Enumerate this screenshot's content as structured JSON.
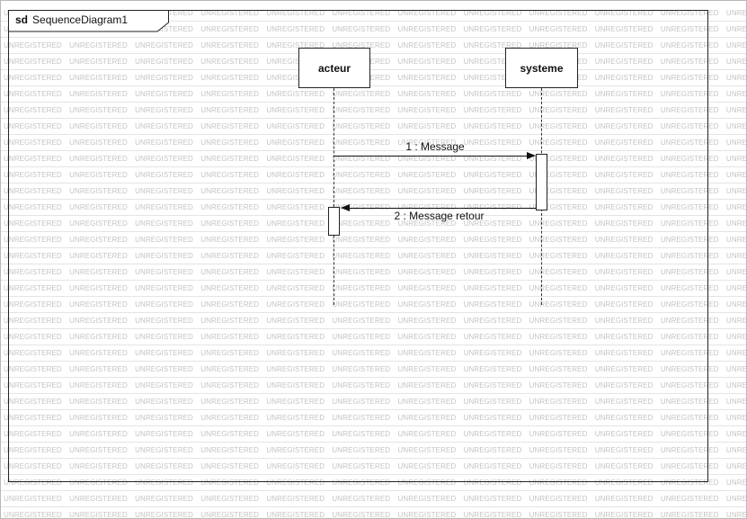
{
  "watermark": {
    "text": "UNREGISTERED"
  },
  "frame": {
    "keyword": "sd",
    "title": "SequenceDiagram1"
  },
  "lifelines": [
    {
      "name": "acteur"
    },
    {
      "name": "systeme"
    }
  ],
  "messages": [
    {
      "label": "1 : Message",
      "direction": "right"
    },
    {
      "label": "2 : Message retour",
      "direction": "left"
    }
  ],
  "colors": {
    "stroke": "#222222",
    "watermark_text": "#c4c4c4",
    "background": "#ffffff"
  }
}
